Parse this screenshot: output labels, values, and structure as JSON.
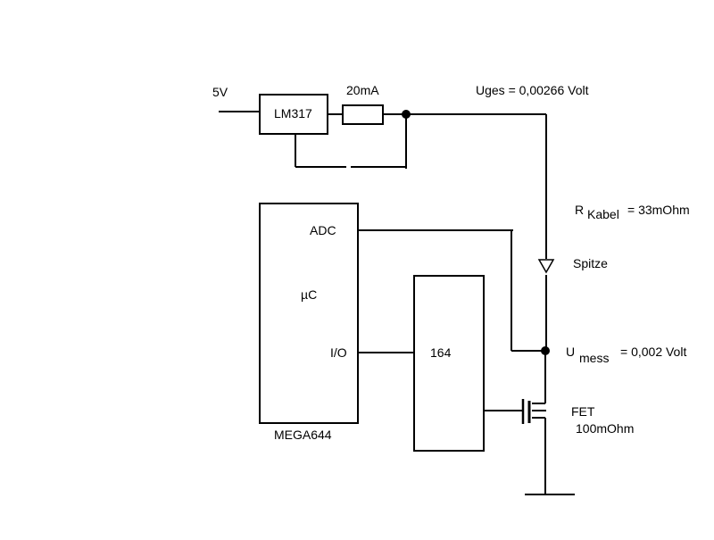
{
  "schematic": {
    "supply_label": "5V",
    "regulator_label": "LM317",
    "current_label": "20mA",
    "u_total_label": "Uges = 0,00266 Volt",
    "cable": {
      "symbol": "R",
      "subscript": "Kabel",
      "value": "= 33mOhm"
    },
    "tip_label": "Spitze",
    "u_measured": {
      "symbol": "U",
      "subscript": "mess",
      "value": "= 0,002 Volt"
    },
    "mcu": {
      "adc_label": "ADC",
      "core_label": "µC",
      "io_label": "I/O",
      "name_label": "MEGA644"
    },
    "shift_register_label": "164",
    "fet": {
      "label": "FET",
      "resistance": "100mOhm"
    }
  }
}
